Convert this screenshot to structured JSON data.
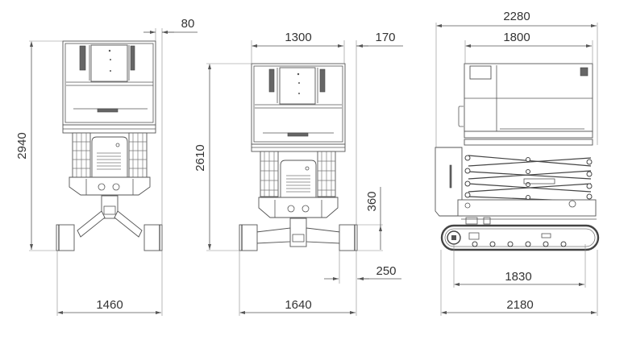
{
  "drawing": {
    "subject": "Tracked scissor lift - dimension drawing",
    "views": [
      {
        "id": "front-view-outriggers",
        "dimensions": {
          "overall_height": "2940",
          "platform_overhang": "80",
          "outrigger_track_width": "1460"
        }
      },
      {
        "id": "front-view-retracted",
        "dimensions": {
          "platform_width": "1300",
          "side_offset": "170",
          "overall_height": "2610",
          "wheel_height": "360",
          "wheel_width": "250",
          "overall_width": "1640"
        }
      },
      {
        "id": "side-view",
        "dimensions": {
          "overall_length": "2280",
          "platform_length": "1800",
          "track_wheelbase": "1830",
          "track_length": "2180"
        }
      }
    ]
  },
  "colors": {
    "line": "#555555",
    "text": "#333333",
    "background": "#ffffff"
  }
}
